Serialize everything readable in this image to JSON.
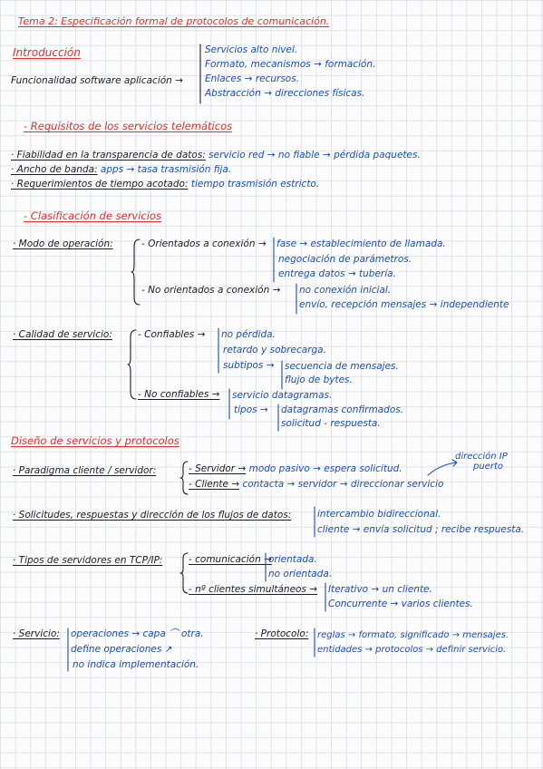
{
  "title": "Tema 2: Especificación formal de protocolos de comunicación.",
  "intro": {
    "heading": "Introducción",
    "label": "Funcionalidad software aplicación →",
    "items": [
      "Servicios alto nivel.",
      "Formato, mecanismos → formación.",
      "Enlaces → recursos.",
      "Abstracción → direcciones físicas."
    ]
  },
  "requisitos": {
    "heading": "- Requisitos de los servicios telemáticos",
    "items": [
      {
        "term": "· Fiabilidad en la transparencia de datos:",
        "desc": "servicio red → no fiable → pérdida paquetes."
      },
      {
        "term": "· Ancho de banda:",
        "desc": "apps → tasa trasmisión fija."
      },
      {
        "term": "· Requerimientos de tiempo acotado:",
        "desc": "tiempo trasmisión estricto."
      }
    ]
  },
  "clasificacion": {
    "heading": "- Clasificación de servicios",
    "modo": {
      "label": "· Modo de operación:",
      "orientados": "- Orientados a conexión →",
      "orientados_items": [
        "fase → establecimiento de llamada.",
        "negociación de parámetros.",
        "entrega datos → tubería."
      ],
      "no_orientados": "- No orientados a conexión →",
      "no_orientados_items": [
        "no conexión inicial.",
        "envío, recepción mensajes → independiente"
      ]
    },
    "calidad": {
      "label": "· Calidad de servicio:",
      "confiables": "- Confiables →",
      "confiables_items": [
        "no pérdida.",
        "retardo y sobrecarga.",
        "subtipos →"
      ],
      "subtipos_items": [
        "secuencia de mensajes.",
        "flujo de bytes."
      ],
      "no_confiables": "- No confiables →",
      "no_confiables_items": [
        "servicio datagramas.",
        "tipos →"
      ],
      "tipos_items": [
        "datagramas confirmados.",
        "solicitud - respuesta."
      ]
    }
  },
  "diseno": {
    "heading": "Diseño de servicios y protocolos",
    "paradigma": {
      "label": "· Paradigma cliente / servidor:",
      "servidor": "- Servidor →",
      "servidor_desc": "modo pasivo → espera solicitud.",
      "cliente": "- Cliente →",
      "cliente_desc": "contacta → servidor → direccionar servicio",
      "note_line1": "dirección IP",
      "note_line2": "puerto"
    },
    "solicitudes": {
      "label": "· Solicitudes, respuestas y dirección de los flujos de datos:",
      "items": [
        "intercambio bidireccional.",
        "cliente → envía solicitud ; recibe respuesta."
      ]
    },
    "tipos": {
      "label": "· Tipos de servidores en TCP/IP:",
      "comunicacion": "- comunicación →",
      "comunicacion_items": [
        "orientada.",
        "no orientada."
      ],
      "clientes": "- nº clientes simultáneos →",
      "clientes_items": [
        "Iterativo → un cliente.",
        "Concurrente → varios clientes."
      ]
    },
    "servicio": {
      "label": "· Servicio:",
      "items": [
        "operaciones → capa ⌒ otra.",
        "define operaciones ↗",
        "no indica implementación."
      ]
    },
    "protocolo": {
      "label": "· Protocolo:",
      "items": [
        "reglas → formato, significado → mensajes.",
        "entidades → protocolos → definir servicio."
      ]
    }
  }
}
